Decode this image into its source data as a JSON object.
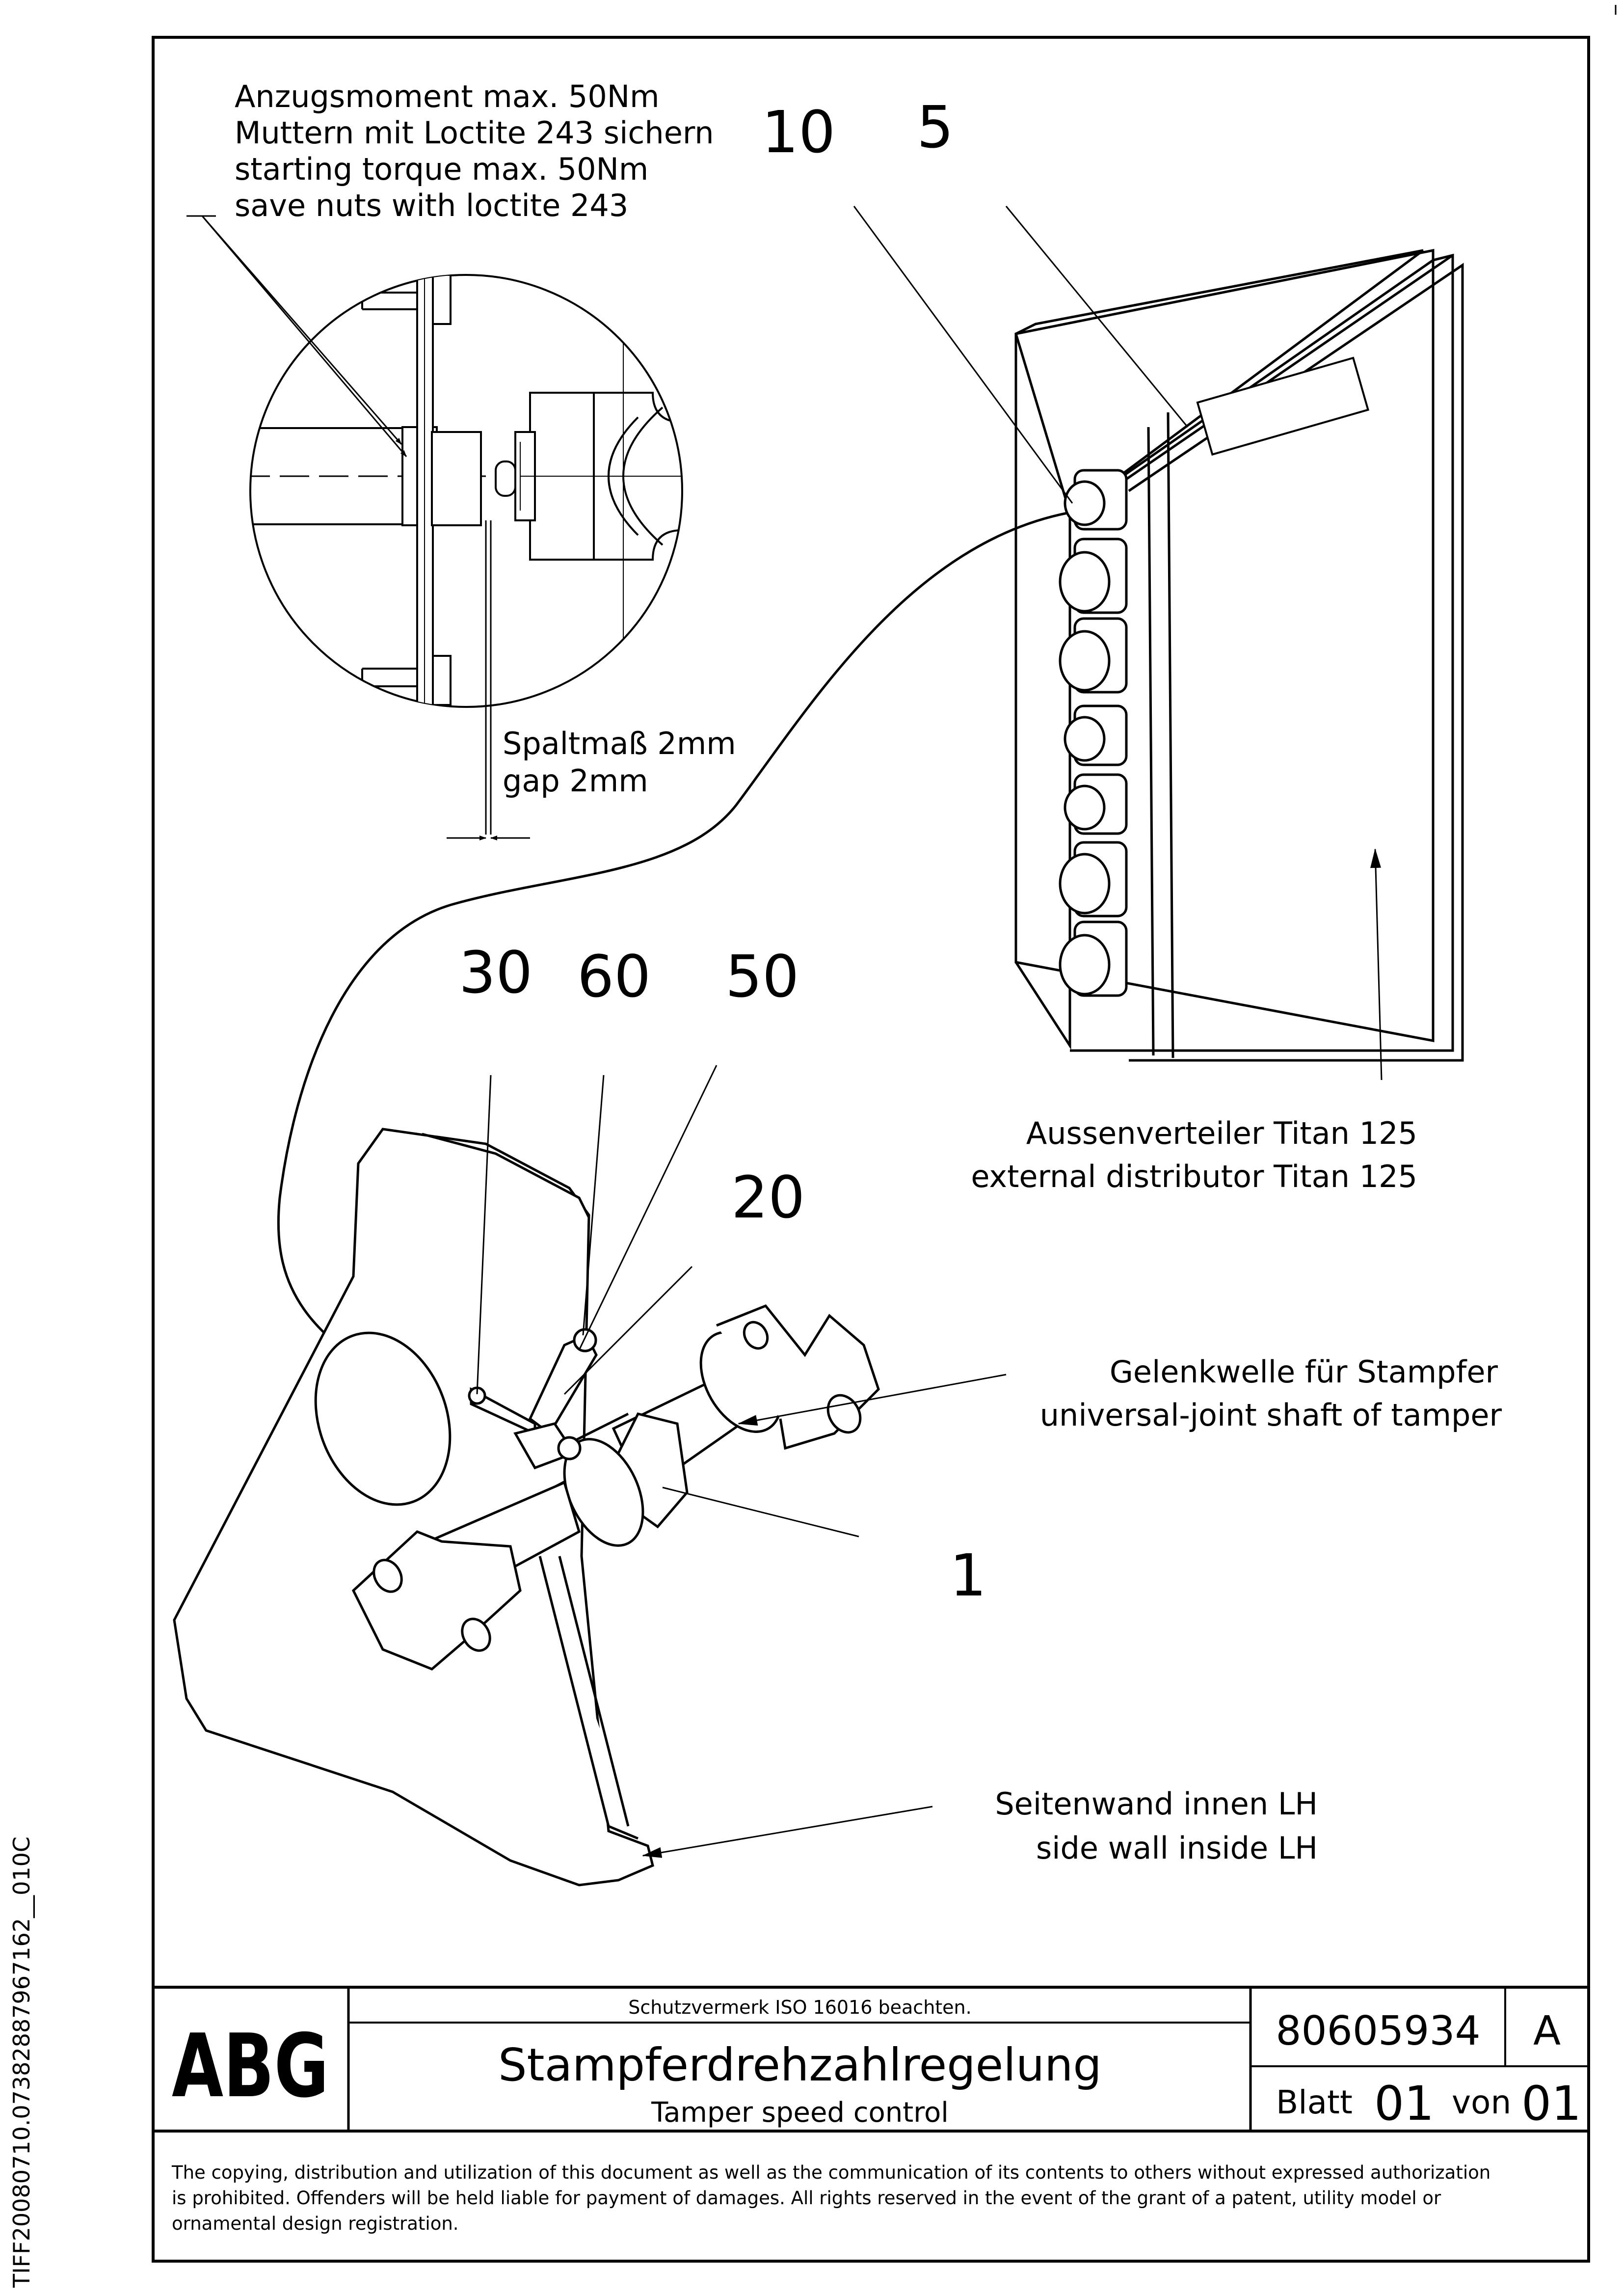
{
  "notes": {
    "torque": [
      "Anzugsmoment max. 50Nm",
      "Muttern mit Loctite 243 sichern",
      "starting torque max. 50Nm",
      "save nuts with loctite 243"
    ],
    "gap": [
      "Spaltmaß 2mm",
      "gap 2mm"
    ]
  },
  "item_numbers": {
    "n10": "10",
    "n5": "5",
    "n30": "30",
    "n60": "60",
    "n50": "50",
    "n20": "20",
    "n1": "1"
  },
  "callouts": {
    "distributor": [
      "Aussenverteiler Titan 125",
      "external distributor Titan 125"
    ],
    "shaft": [
      "Gelenkwelle für Stampfer",
      "universal-joint shaft of tamper"
    ],
    "sidewall": [
      "Seitenwand innen LH",
      "side wall inside LH"
    ]
  },
  "title_block": {
    "logo": "ABG",
    "protection_note": "Schutzvermerk ISO 16016 beachten.",
    "title_de": "Stampferdrehzahlregelung",
    "title_en": "Tamper speed control",
    "doc_number": "80605934",
    "revision": "A",
    "sheet_label": "Blatt",
    "sheet_num": "01",
    "of_label": "von",
    "sheet_total": "01"
  },
  "copyright": [
    "The copying, distribution and utilization of this document as well as the communication of its contents to others without expressed authorization",
    "is prohibited. Offenders will be held liable for payment of damages. All rights reserved in the event of the grant of a patent, utility model or",
    "ornamental design registration."
  ],
  "side_id": "TIFF20080710.07382887967162__010C"
}
